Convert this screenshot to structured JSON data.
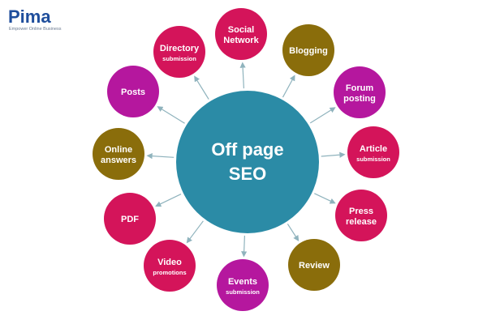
{
  "logo": {
    "name": "Pima",
    "tagline": "Empower Online Business"
  },
  "hub": {
    "line1": "Off page",
    "line2": "SEO",
    "color": "#2b8ba6"
  },
  "arrow_color": "#8fb3bd",
  "nodes": [
    {
      "id": "social-network",
      "lines": [
        "Social",
        "Network"
      ],
      "small": false,
      "color": "#d4145a"
    },
    {
      "id": "blogging",
      "lines": [
        "Blogging"
      ],
      "small": false,
      "color": "#8a6d0b"
    },
    {
      "id": "forum-posting",
      "lines": [
        "Forum",
        "posting"
      ],
      "small": false,
      "color": "#b5179e"
    },
    {
      "id": "article-submission",
      "lines": [
        "Article",
        "submission"
      ],
      "small": true,
      "color": "#d4145a"
    },
    {
      "id": "press-release",
      "lines": [
        "Press",
        "release"
      ],
      "small": false,
      "color": "#d4145a"
    },
    {
      "id": "review",
      "lines": [
        "Review"
      ],
      "small": false,
      "color": "#8a6d0b"
    },
    {
      "id": "events-submission",
      "lines": [
        "Events",
        "submission"
      ],
      "small": true,
      "color": "#b5179e"
    },
    {
      "id": "video-promotions",
      "lines": [
        "Video",
        "promotions"
      ],
      "small": true,
      "color": "#d4145a"
    },
    {
      "id": "pdf",
      "lines": [
        "PDF"
      ],
      "small": false,
      "color": "#d4145a"
    },
    {
      "id": "online-answers",
      "lines": [
        "Online",
        "answers"
      ],
      "small": false,
      "color": "#8a6d0b"
    },
    {
      "id": "posts",
      "lines": [
        "Posts"
      ],
      "small": false,
      "color": "#b5179e"
    },
    {
      "id": "directory-submission",
      "lines": [
        "Directory",
        "submission"
      ],
      "small": true,
      "color": "#d4145a"
    }
  ]
}
